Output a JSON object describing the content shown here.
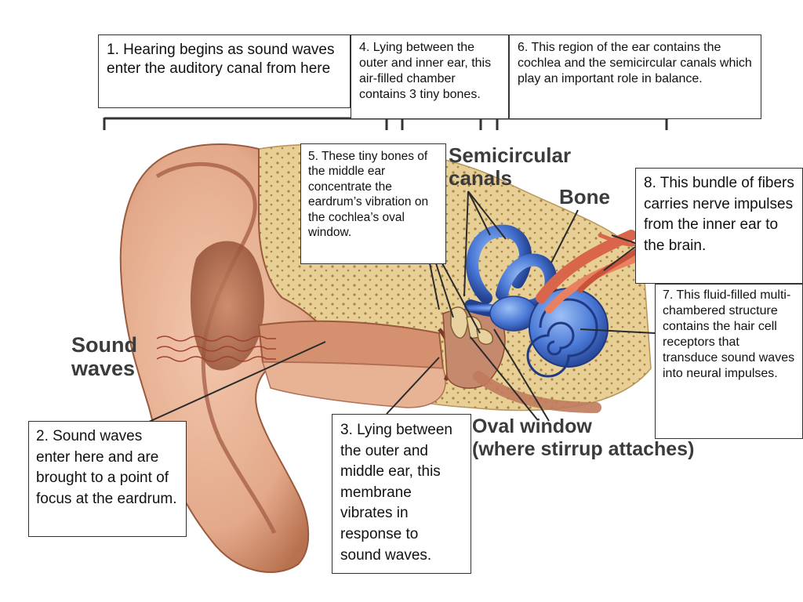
{
  "labels": {
    "sound_waves": "Sound waves",
    "semicircular_canals": "Semicircular canals",
    "bone": "Bone",
    "oval_window_line1": "Oval window",
    "oval_window_line2": "(where stirrup attaches)"
  },
  "boxes": {
    "box1": "1. Hearing begins as sound waves enter the auditory canal from here",
    "box2": "2. Sound waves enter here and are brought to a point of focus at the eardrum.",
    "box3": "3. Lying between the outer and middle ear, this membrane vibrates in response to sound waves.",
    "box4": "4. Lying between the outer and inner ear, this air-filled chamber contains 3 tiny bones.",
    "box5": "5. These tiny bones of the middle ear concentrate the eardrum’s vibration on the cochlea’s oval window.",
    "box6": "6. This region of the ear contains the cochlea and the semicircular canals which play an important role in balance.",
    "box7": "7. This fluid-filled multi-chambered structure contains the hair cell receptors that transduce sound waves into neural impulses.",
    "box8": "8. This bundle of fibers carries nerve impulses from the inner ear to the brain."
  },
  "colors": {
    "skin": "#e3a98a",
    "skin_dark": "#b8714f",
    "bone": "#e8cf95",
    "cochlea": "#4a78d6",
    "nerve": "#d9664a",
    "pointer": "#2b2b2b"
  }
}
